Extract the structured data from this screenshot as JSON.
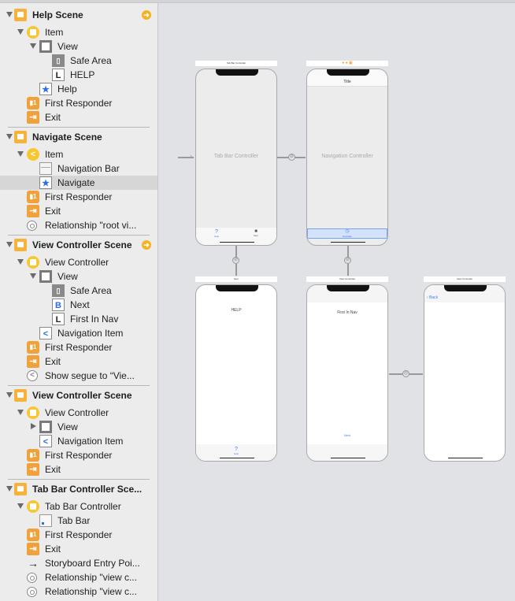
{
  "outline": [
    {
      "label": "Help Scene",
      "level": 0,
      "icon": "scene",
      "tri": "open",
      "scene": true,
      "badge": true
    },
    {
      "label": "Item",
      "level": 1,
      "icon": "vc",
      "tri": "open"
    },
    {
      "label": "View",
      "level": 2,
      "icon": "view",
      "tri": "open"
    },
    {
      "label": "Safe Area",
      "level": 3,
      "icon": "safe"
    },
    {
      "label": "HELP",
      "level": 3,
      "icon": "label",
      "glyph": "L"
    },
    {
      "label": "Help",
      "level": 2,
      "icon": "star",
      "glyph": "★"
    },
    {
      "label": "First Responder",
      "level": 1,
      "icon": "resp"
    },
    {
      "label": "Exit",
      "level": 1,
      "icon": "exit",
      "glyph": "⇥"
    },
    {
      "divider": true
    },
    {
      "label": "Navigate Scene",
      "level": 0,
      "icon": "scene",
      "tri": "open",
      "scene": true
    },
    {
      "label": "Item",
      "level": 1,
      "icon": "nav",
      "tri": "open",
      "glyph": "<"
    },
    {
      "label": "Navigation Bar",
      "level": 2,
      "icon": "navbar"
    },
    {
      "label": "Navigate",
      "level": 2,
      "icon": "star",
      "glyph": "★",
      "selected": true
    },
    {
      "label": "First Responder",
      "level": 1,
      "icon": "resp"
    },
    {
      "label": "Exit",
      "level": 1,
      "icon": "exit",
      "glyph": "⇥"
    },
    {
      "label": "Relationship \"root vi...",
      "level": 1,
      "icon": "rel"
    },
    {
      "divider": true
    },
    {
      "label": "View Controller Scene",
      "level": 0,
      "icon": "scene",
      "tri": "open",
      "scene": true,
      "badge": true
    },
    {
      "label": "View Controller",
      "level": 1,
      "icon": "vc",
      "tri": "open"
    },
    {
      "label": "View",
      "level": 2,
      "icon": "view",
      "tri": "open"
    },
    {
      "label": "Safe Area",
      "level": 3,
      "icon": "safe"
    },
    {
      "label": "Next",
      "level": 3,
      "icon": "button",
      "glyph": "B"
    },
    {
      "label": "First In Nav",
      "level": 3,
      "icon": "label",
      "glyph": "L"
    },
    {
      "label": "Navigation Item",
      "level": 2,
      "icon": "navitem",
      "glyph": "<"
    },
    {
      "label": "First Responder",
      "level": 1,
      "icon": "resp"
    },
    {
      "label": "Exit",
      "level": 1,
      "icon": "exit",
      "glyph": "⇥"
    },
    {
      "label": "Show segue to “Vie...",
      "level": 1,
      "icon": "segue",
      "glyph": "<"
    },
    {
      "divider": true
    },
    {
      "label": "View Controller Scene",
      "level": 0,
      "icon": "scene",
      "tri": "open",
      "scene": true
    },
    {
      "label": "View Controller",
      "level": 1,
      "icon": "vc",
      "tri": "open"
    },
    {
      "label": "View",
      "level": 2,
      "icon": "view",
      "tri": "closed"
    },
    {
      "label": "Navigation Item",
      "level": 2,
      "icon": "navitem",
      "glyph": "<"
    },
    {
      "label": "First Responder",
      "level": 1,
      "icon": "resp"
    },
    {
      "label": "Exit",
      "level": 1,
      "icon": "exit",
      "glyph": "⇥"
    },
    {
      "divider": true
    },
    {
      "label": "Tab Bar Controller Sce...",
      "level": 0,
      "icon": "scene",
      "tri": "open",
      "scene": true
    },
    {
      "label": "Tab Bar Controller",
      "level": 1,
      "icon": "vc",
      "tri": "open"
    },
    {
      "label": "Tab Bar",
      "level": 2,
      "icon": "tabbar"
    },
    {
      "label": "First Responder",
      "level": 1,
      "icon": "resp"
    },
    {
      "label": "Exit",
      "level": 1,
      "icon": "exit",
      "glyph": "⇥"
    },
    {
      "label": "Storyboard Entry Poi...",
      "level": 1,
      "icon": "arrow",
      "glyph": "→"
    },
    {
      "label": "Relationship \"view c...",
      "level": 1,
      "icon": "rel"
    },
    {
      "label": "Relationship \"view c...",
      "level": 1,
      "icon": "rel"
    }
  ],
  "canvas": {
    "tabbar_controller": {
      "title": "Tab Bar Controller",
      "center": "Tab Bar Controller",
      "tabs": [
        "Help",
        "Item"
      ]
    },
    "nav_controller": {
      "nav_title": "Title",
      "center": "Navigation Controller",
      "tab": "Navigate"
    },
    "item_scene": {
      "title": "Item",
      "label": "HELP",
      "tab": "Help"
    },
    "vc1": {
      "title": "View Controller",
      "label": "First In Nav",
      "button": "Next"
    },
    "vc2": {
      "title": "View Controller",
      "back": "Back"
    }
  }
}
